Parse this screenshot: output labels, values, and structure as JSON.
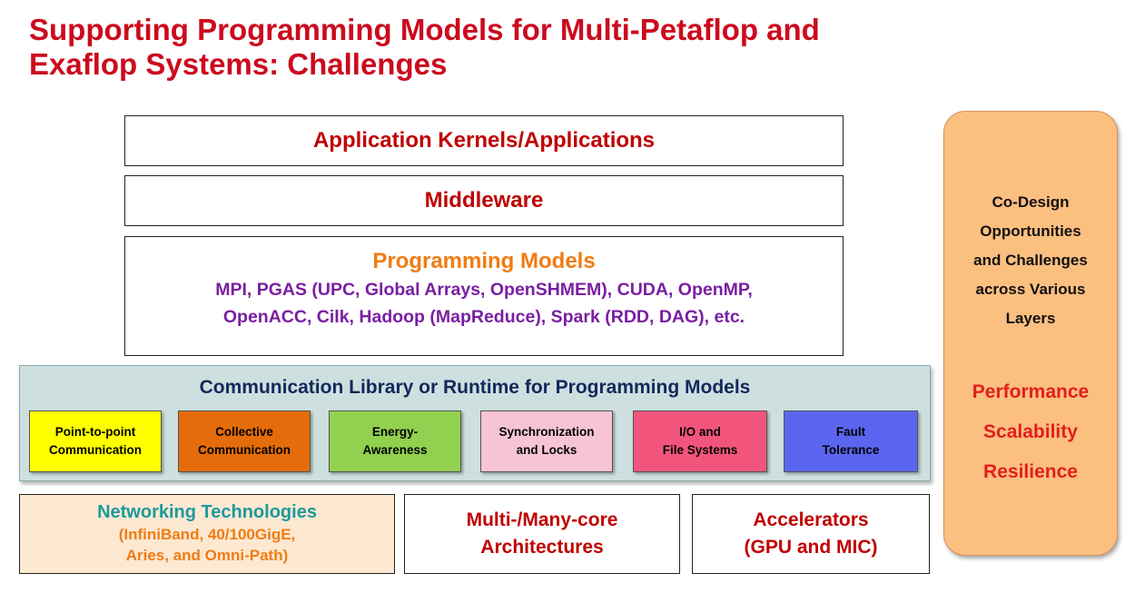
{
  "title": "Supporting  Programming Models for Multi-Petaflop and\nExaflop Systems: Challenges",
  "layers": {
    "application": "Application Kernels/Applications",
    "middleware": "Middleware",
    "programming_models": {
      "heading": "Programming Models",
      "line1": "MPI, PGAS (UPC, Global Arrays, OpenSHMEM), CUDA, OpenMP,",
      "line2": "OpenACC, Cilk, Hadoop (MapReduce), Spark (RDD, DAG), etc."
    },
    "communication": {
      "heading": "Communication Library or Runtime for Programming Models",
      "components": [
        {
          "label": "Point-to-point\nCommunication",
          "color": "#ffff00"
        },
        {
          "label": "Collective\nCommunication",
          "color": "#e46c0a"
        },
        {
          "label": "Energy-\nAwareness",
          "color": "#92d050"
        },
        {
          "label": "Synchronization\nand Locks",
          "color": "#f6c4d2"
        },
        {
          "label": "I/O and\nFile Systems",
          "color": "#f2557c"
        },
        {
          "label": "Fault\nTolerance",
          "color": "#5b66f0"
        }
      ]
    },
    "networking": {
      "heading": "Networking Technologies",
      "detail": "(InfiniBand, 40/100GigE,\nAries, and Omni-Path)"
    },
    "multicore": "Multi-/Many-core\nArchitectures",
    "accelerators": "Accelerators\n(GPU and MIC)"
  },
  "side_panel": {
    "codesign": "Co-Design\nOpportunities\nand Challenges\nacross Various\nLayers",
    "metrics": "Performance\nScalability\nResilience"
  }
}
